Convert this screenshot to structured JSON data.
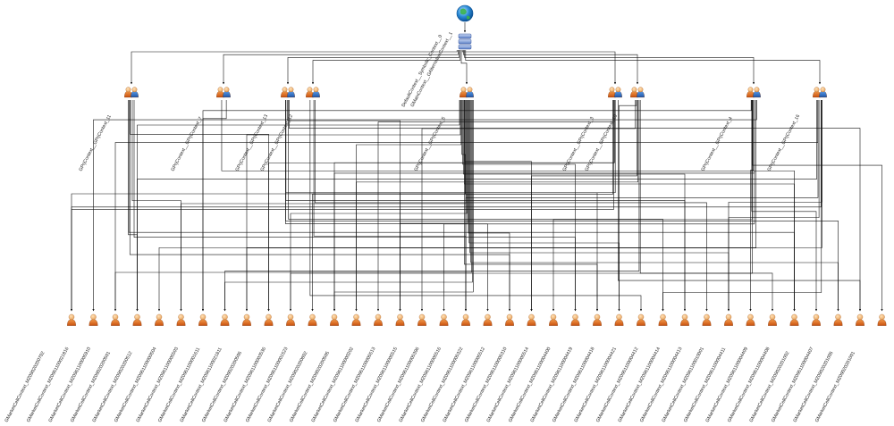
{
  "diagram": {
    "root": {
      "icon": "globe-icon"
    },
    "server": {
      "icon": "server-stack-icon",
      "label": "DefaultContext__Symbolic_Context__0"
    },
    "server_label_2": "GMainContext__GAlternativeContext__1",
    "groups": [
      {
        "label": "GPrjContext__GPrjContext_11",
        "icon": "user-group-icon"
      },
      {
        "label": "GPrjContext__GPrjContext_7",
        "icon": "user-group-icon"
      },
      {
        "label": "GPrjContext__GPrjContext_13",
        "icon": "user-group-icon"
      },
      {
        "label": "GPrjContext__GPrjContext_12",
        "icon": "user-group-icon"
      },
      {
        "label": "GPrjContext__GPrjContext_5",
        "icon": "user-group-icon"
      },
      {
        "label": "GPrjContext__GPrjContext_3",
        "icon": "user-group-icon"
      },
      {
        "label": "GPrjContext__GPrjContext_10",
        "icon": "user-group-icon"
      },
      {
        "label": "GPrjContext__GPrjContext_4",
        "icon": "user-group-icon"
      },
      {
        "label": "GPrjContext__GPrjContext_16",
        "icon": "user-group-icon"
      }
    ],
    "users": [
      "GMarketCellContext_MZ09020200702",
      "GMarketCellContext_MZ0961100021816",
      "GMarketCellContext_MZ0961100005910",
      "GMarketCellContext_MZ09020200501",
      "GMarketCellContext_MZ09020200512",
      "GMarketCellContext_MZ0961100000504",
      "GMarketCellContext_MZ0961100005503",
      "GMarketCellContext_MZ0961100001611",
      "GMarketCellContext_MZ0961100021811",
      "GMarketCellContext_MZ09020200506",
      "GMarketCellContext_MZ0961100003536",
      "GMarketCellContext_MZ0961100001523",
      "GMarketCellContext_MZ09020200802",
      "GMarketCellContext_MZ09020200505",
      "GMarketCellContext_MZ0961100000202",
      "GMarketCellContext_MZ0961100005513",
      "GMarketCellContext_MZ0961100005515",
      "GMarketCellContext_MZ0961100005396",
      "GMarketCellContext_MZ0961100005516",
      "GMarketCellContext_MZ0961100005322",
      "GMarketCellContext_MZ0961100005512",
      "GMarketCellContext_MZ0961100005310",
      "GMarketCellContext_MZ0961100005514",
      "GMarketCellContext_MZ0961100004400",
      "GMarketCellContext_MZ0961100004419",
      "GMarketCellContext_MZ0961100004418",
      "GMarketCellContext_MZ0961100004421",
      "GMarketCellContext_MZ0961100004412",
      "GMarketCellContext_MZ0961100004414",
      "GMarketCellContext_MZ0961100004413",
      "GMarketCellContext_MZ0961100010001",
      "GMarketCellContext_MZ0961100004411",
      "GMarketCellContext_MZ0961100004409",
      "GMarketCellContext_MZ0961100004408",
      "GMarketCellContext_MZ09020201002",
      "GMarketCellContext_MZ0961100004407",
      "GMarketCellContext_MZ09020201005",
      "GMarketCellContext_MZ09020201001"
    ],
    "colors": {
      "line": "#111111",
      "user_orange": "#e07020",
      "user_blue": "#2a6fc4",
      "server_blue": "#5b7fc7"
    }
  }
}
